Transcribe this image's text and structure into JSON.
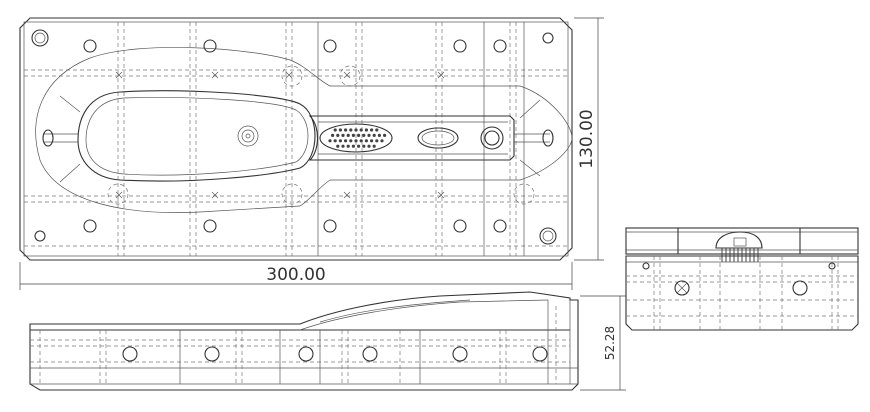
{
  "drawing": {
    "views": [
      "top-view",
      "front-view",
      "side-view"
    ],
    "dimensions": {
      "width_label": "300.00",
      "height_label": "130.00",
      "depth_label": "52.28"
    }
  }
}
